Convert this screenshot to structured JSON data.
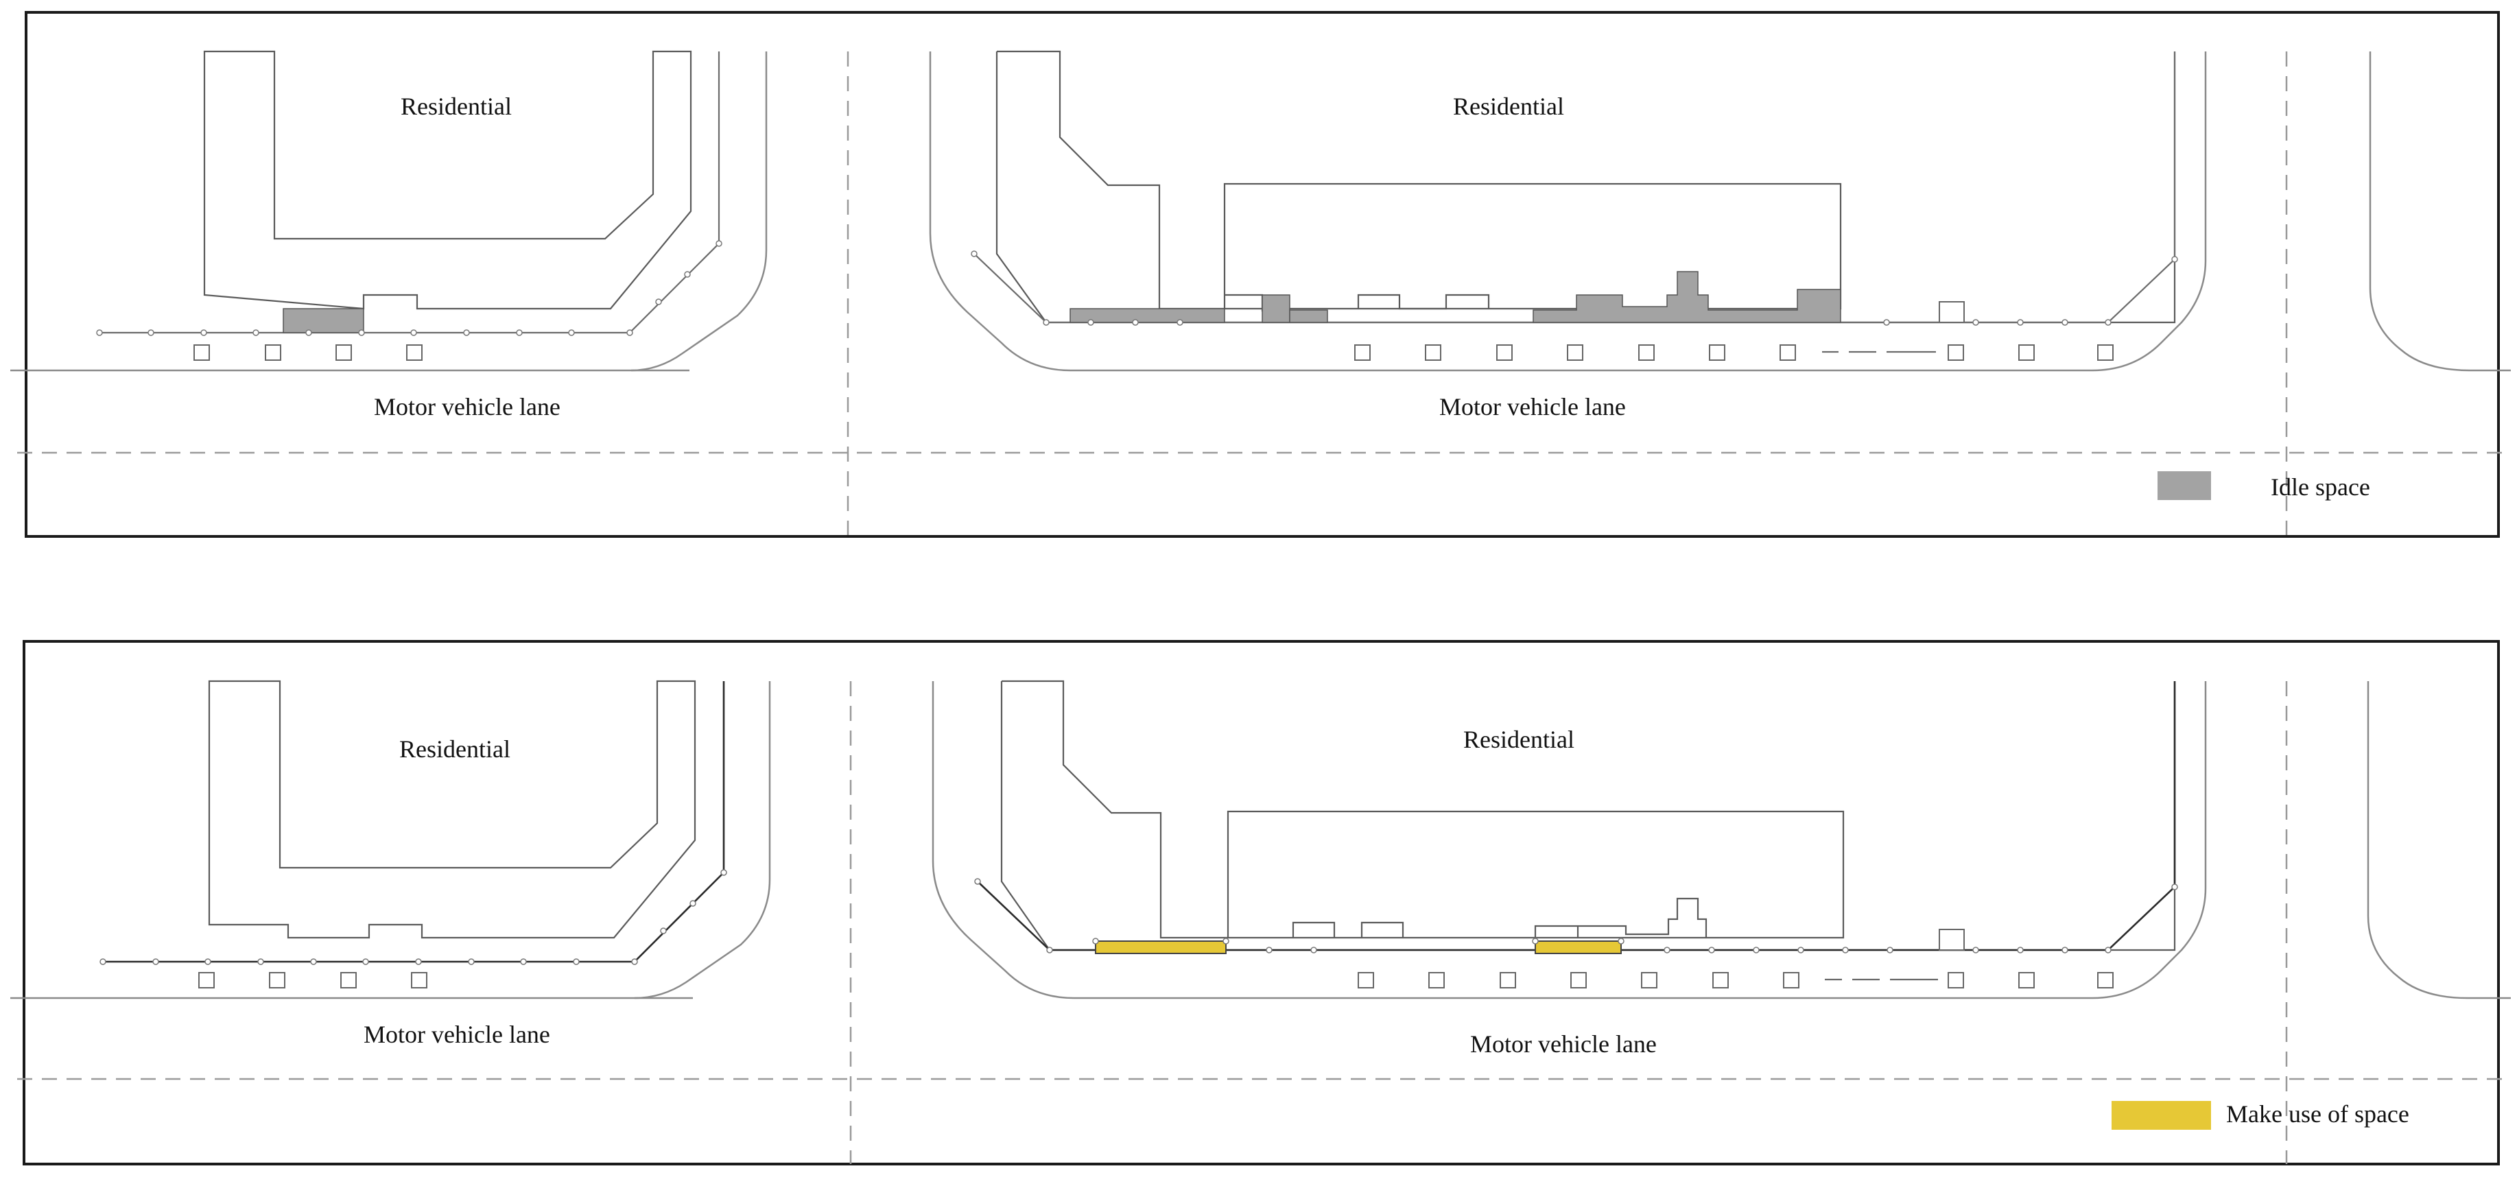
{
  "legend": {
    "top": {
      "label": "Idle space",
      "color": "#a3a3a3"
    },
    "bottom": {
      "label": "Make use of space",
      "color": "#e6c836"
    }
  },
  "panels": {
    "top": {
      "left_block_label": "Residential",
      "right_block_label": "Residential",
      "left_road_label": "Motor vehicle lane",
      "right_road_label": "Motor vehicle lane"
    },
    "bottom": {
      "left_block_label": "Residential",
      "right_block_label": "Residential",
      "left_road_label": "Motor vehicle lane",
      "right_road_label": "Motor vehicle lane"
    }
  }
}
